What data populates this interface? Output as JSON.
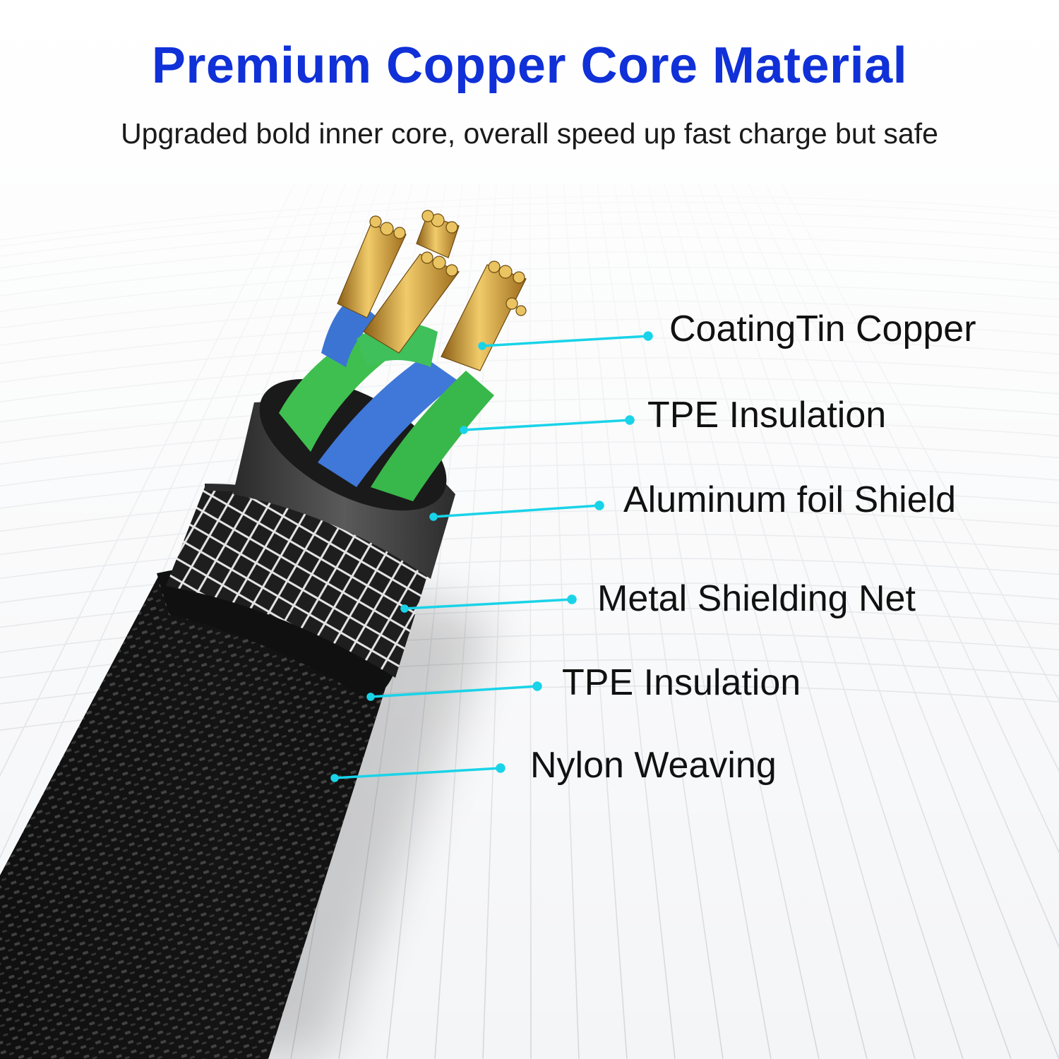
{
  "header": {
    "title": "Premium Copper Core Material",
    "subtitle": "Upgraded bold inner core, overall speed up fast charge but safe"
  },
  "layers": [
    {
      "label": "CoatingTin Copper"
    },
    {
      "label": "TPE Insulation"
    },
    {
      "label": "Aluminum foil Shield"
    },
    {
      "label": "Metal Shielding Net"
    },
    {
      "label": "TPE Insulation"
    },
    {
      "label": "Nylon Weaving"
    }
  ],
  "colors": {
    "title": "#1030d8",
    "callout_line": "#19d3e8",
    "copper": "#d7a53a",
    "wire_green": "#33b84a",
    "wire_blue": "#3f78d8",
    "jacket": "#141414"
  }
}
